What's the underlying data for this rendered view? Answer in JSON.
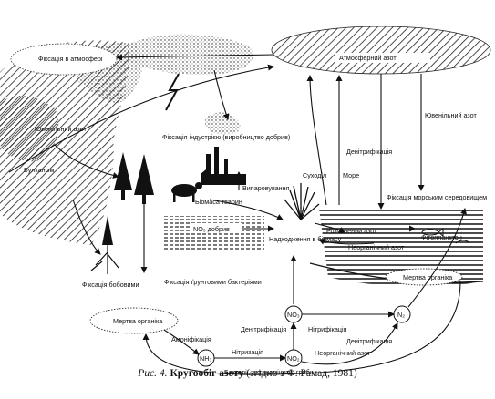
{
  "labels": {
    "atm_fixation": "Фіксація в атмосфері",
    "atm_nitrogen": "Атмосферний азот",
    "juvenile_left": "Ювенільний азот",
    "juvenile_right": "Ювенільний азот",
    "volcanoes": "Вулканізм",
    "industrial_fixation": "Фіксація індустрією (виробництво добрив)",
    "land": "Суходіл",
    "sea": "Море",
    "volatilization": "Випаровування",
    "animal_biomass": "Біомаса тварин",
    "no3_fertilizers": "NO₃ добрив",
    "denitrification_top": "Денітрифікація",
    "marine_fixation": "Фіксація морським середовищем",
    "dissolved_nitrogen": "Розчинений азот",
    "phytoplankton": "Фітопланктон",
    "inorganic_nitrogen_sea": "Неорганічний азот",
    "intake_biomass": "Надходження в біомасу",
    "dead_organic_sea": "Мертва органіка",
    "legume_fixation": "Фіксація бобовими",
    "soil_bacteria_fixation": "Фіксація ґрунтовими бактеріями",
    "dead_organic_soil": "Мертва органіка",
    "ammonification": "Амоніфікація",
    "nitrification_left": "Нітризація",
    "nitrification_right": "Нітрифікація",
    "denitrification_mid": "Денітрифікація",
    "denitrification_right": "Денітрифікація",
    "inorganic_nitrogen_bottom": "Неорганічний азот",
    "microbes": "Бактерії, актиноміцети, гриби",
    "nh3": "NH₃",
    "no2": "NO₂",
    "no3": "NO₃",
    "n2": "N₂"
  },
  "caption": {
    "fig_num": "Рис. 4.",
    "title": "Кругообіг азоту",
    "source": "(згідно з Ф. Рамад, 1981)"
  }
}
